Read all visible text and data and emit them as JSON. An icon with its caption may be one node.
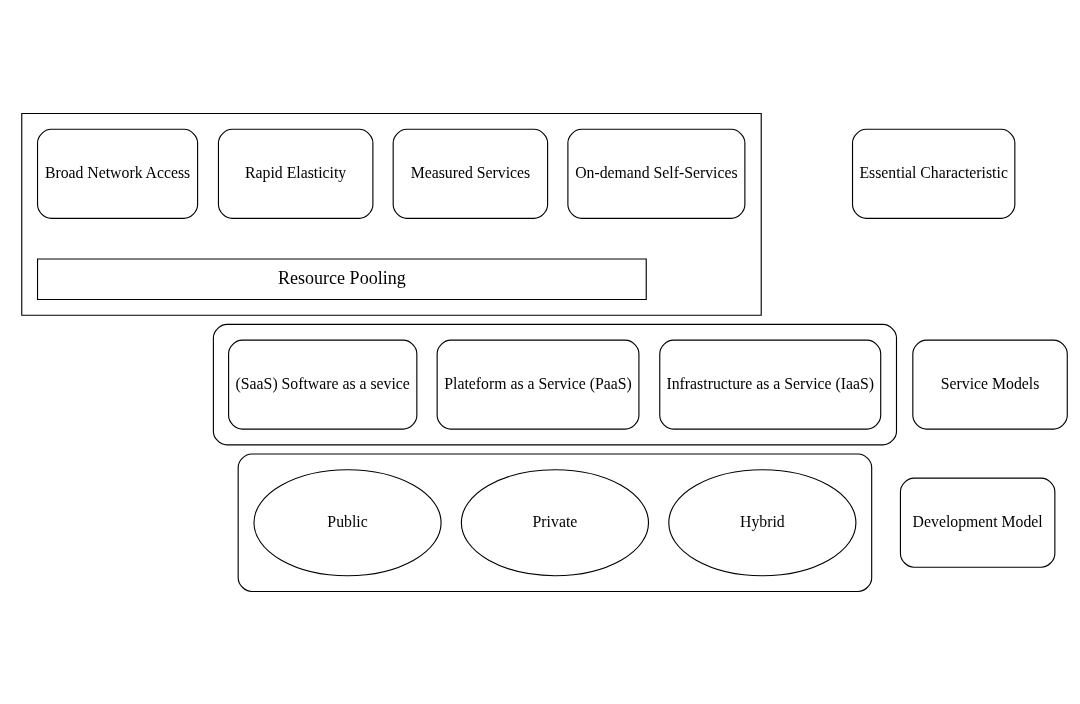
{
  "diagram": {
    "nodes": [
      {
        "text": [],
        "shape": "box"
      },
      {
        "text": [
          "Broad Network Access"
        ],
        "in": 0
      },
      {
        "text": [
          "Rapid Elasticity"
        ],
        "in": 0
      },
      {
        "text": [
          "Measured Services"
        ],
        "in": 0
      },
      {
        "text": [
          "On-demand Self-Services"
        ],
        "in": 0
      },
      {
        "text": [
          "Resource Pooling"
        ],
        "in": 0
      },
      {
        "text": [
          "Essential Characteristic"
        ]
      },
      {
        "text": [],
        "shape": "box"
      },
      {
        "text": [
          "(SaaS) Software as a sevice"
        ],
        "in": 7
      },
      {
        "text": [
          "Plateform as a Service (PaaS)"
        ],
        "in": 7
      },
      {
        "text": [
          "Infrastructure as a Service (IaaS)"
        ],
        "in": 7
      },
      {
        "text": [
          "Service Models"
        ]
      },
      {
        "text": [],
        "shape": "box"
      },
      {
        "text": [
          "Public"
        ],
        "in": 12
      },
      {
        "text": [
          "Private"
        ],
        "in": 12
      },
      {
        "text": [
          "Hybrid"
        ],
        "in": 12
      },
      {
        "text": [
          "Development Model"
        ]
      }
    ],
    "edges": []
  }
}
